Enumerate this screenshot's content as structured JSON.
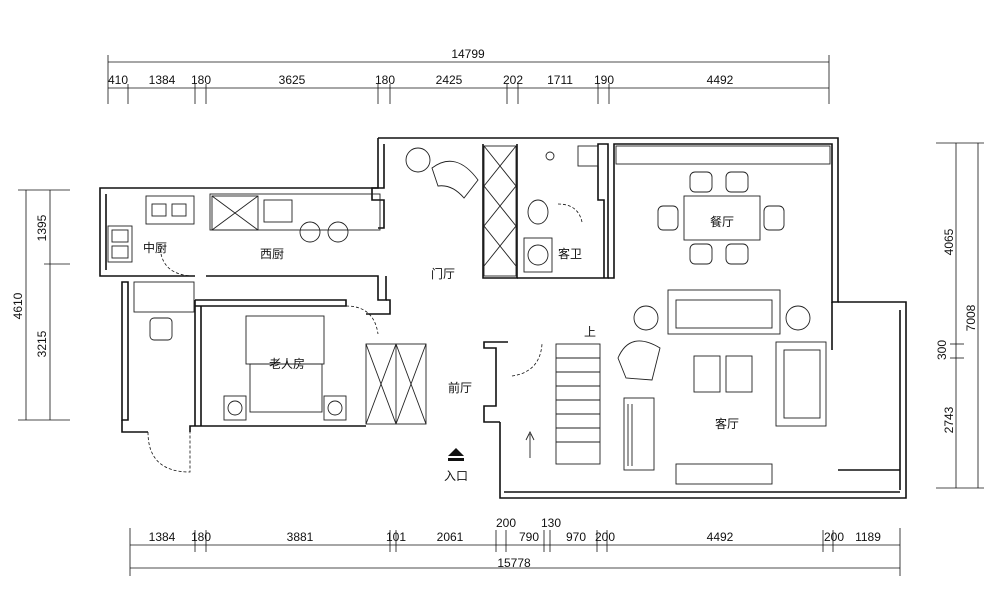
{
  "plan": {
    "dimensions": {
      "top_total": "14799",
      "top_segments": [
        "410",
        "1384",
        "180",
        "3625",
        "180",
        "2425",
        "202",
        "1711",
        "190",
        "4492"
      ],
      "bottom_segments": [
        "1384",
        "180",
        "3881",
        "101",
        "2061",
        "200",
        "790",
        "130",
        "970",
        "200",
        "4492",
        "200",
        "1189"
      ],
      "bottom_total": "15778",
      "left_total": "4610",
      "left_segments": [
        "1395",
        "3215"
      ],
      "right_total": "7008",
      "right_segments": [
        "4065",
        "300",
        "2743"
      ]
    },
    "rooms": {
      "middle_kitchen": "中厨",
      "west_kitchen": "西厨",
      "foyer": "门厅",
      "guest_bath": "客卫",
      "dining": "餐厅",
      "elder_room": "老人房",
      "front_hall": "前厅",
      "living": "客厅",
      "up": "上",
      "entrance": "入口"
    }
  }
}
